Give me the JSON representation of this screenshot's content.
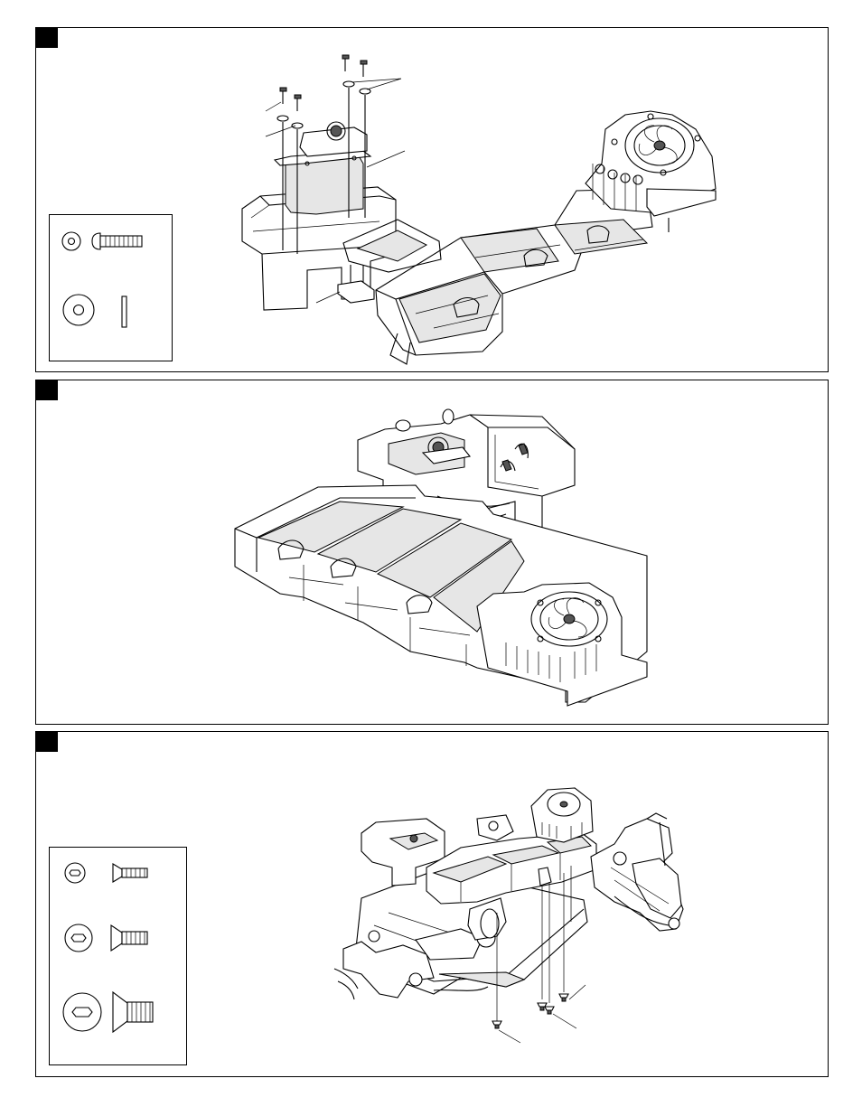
{
  "steps": [
    {
      "id": "step-a",
      "number": ""
    },
    {
      "id": "step-b",
      "number": ""
    },
    {
      "id": "step-c",
      "number": ""
    }
  ],
  "parts_a": [
    {
      "icon": "small-washer-icon"
    },
    {
      "icon": "button-head-screw-icon"
    },
    {
      "icon": "large-washer-icon"
    },
    {
      "icon": "pin-icon"
    }
  ],
  "parts_c": [
    {
      "icon": "small-washer-icon"
    },
    {
      "icon": "flat-head-screw-small-icon"
    },
    {
      "icon": "medium-washer-icon"
    },
    {
      "icon": "flat-head-screw-medium-icon"
    },
    {
      "icon": "large-washer-icon"
    },
    {
      "icon": "flat-head-screw-large-icon"
    }
  ],
  "colors": {
    "line": "#000000",
    "background": "#ffffff",
    "shade": "#e6e6e6"
  }
}
